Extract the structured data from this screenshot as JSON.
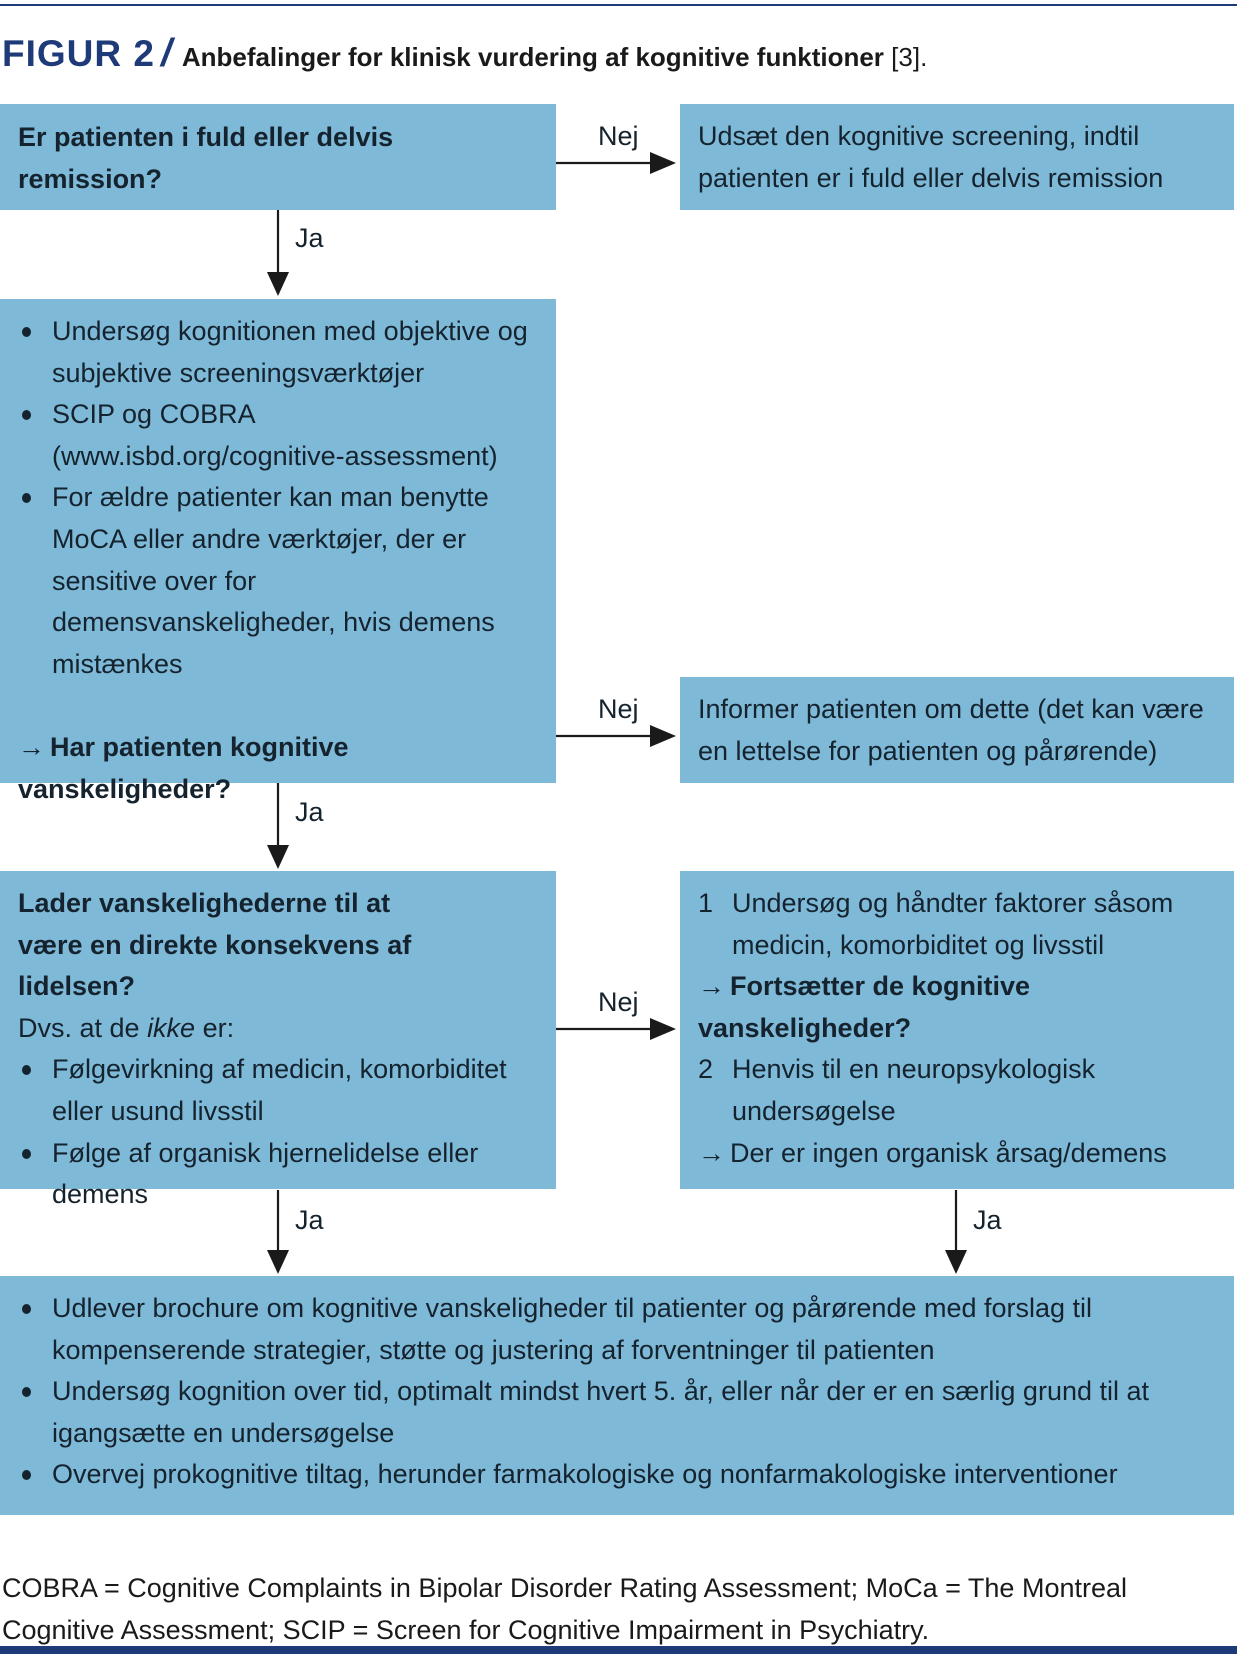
{
  "figure": {
    "label": "FIGUR 2",
    "slash": "/",
    "title": "Anbefalinger for klinisk vurdering af kognitive funktioner",
    "ref": "[3]."
  },
  "colors": {
    "box_fill": "#7fb9d8",
    "accent": "#1f3a78",
    "text": "#15232e"
  },
  "boxes": {
    "q1": {
      "question": "Er patienten i fuld eller delvis remission?"
    },
    "defer": {
      "text": "Udsæt den kognitive screening, indtil patienten er i fuld eller delvis remission"
    },
    "screen": {
      "bullets": [
        "Undersøg kognitionen med objektive og subjektive screeningsværktøjer",
        "SCIP og COBRA (www.isbd.org/cognitive-assessment)",
        "For ældre patienter kan man benytte MoCA eller andre værktøjer, der er sensitive over for demensvanskeligheder, hvis demens mistænkes"
      ],
      "arrow": "→",
      "question": "Har patienten kognitive vanskeligheder?"
    },
    "inform": {
      "text": "Informer patienten om dette (det kan være en lettelse for patienten og pårørende)"
    },
    "q3": {
      "question": "Lader vanskelighederne til at være en direkte konsekvens af lidelsen?",
      "intro_before": "Dvs. at de ",
      "intro_em": "ikke",
      "intro_after": " er:",
      "bullets": [
        "Følgevirkning af medicin, komorbiditet eller usund livsstil",
        "Følge af organisk hjernelidelse eller demens"
      ]
    },
    "factors": {
      "step1_num": "1",
      "step1": "Undersøg og håndter faktorer såsom medicin, komorbiditet og livsstil",
      "arrow1": "→",
      "question": "Fortsætter de kognitive vanskeligheder?",
      "step2_num": "2",
      "step2": "Henvis til en neuropsykologisk undersøgelse",
      "arrow2": "→",
      "conclusion": "Der er ingen organisk årsag/demens"
    },
    "final": {
      "bullets": [
        "Udlever brochure om kognitive vanskeligheder til patienter og pårørende med forslag til kompenserende strategier, støtte og justering af forventninger til patienten",
        "Undersøg kognition over tid, optimalt mindst hvert 5. år, eller når der er en særlig grund til at igangsætte en undersøgelse",
        "Overvej prokognitive tiltag, herunder farmakologiske og nonfarmakologiske interventioner"
      ]
    }
  },
  "edges": {
    "q1_no": "Nej",
    "q1_yes": "Ja",
    "q2_no": "Nej",
    "q2_yes": "Ja",
    "q3_no": "Nej",
    "q3_yes": "Ja",
    "factors_yes": "Ja"
  },
  "footnote": "COBRA = Cognitive Complaints in Bipolar Disorder Rating Assessment; MoCa = The Montreal Cognitive Assessment; SCIP = Screen for Cognitive Impairment in Psychiatry."
}
